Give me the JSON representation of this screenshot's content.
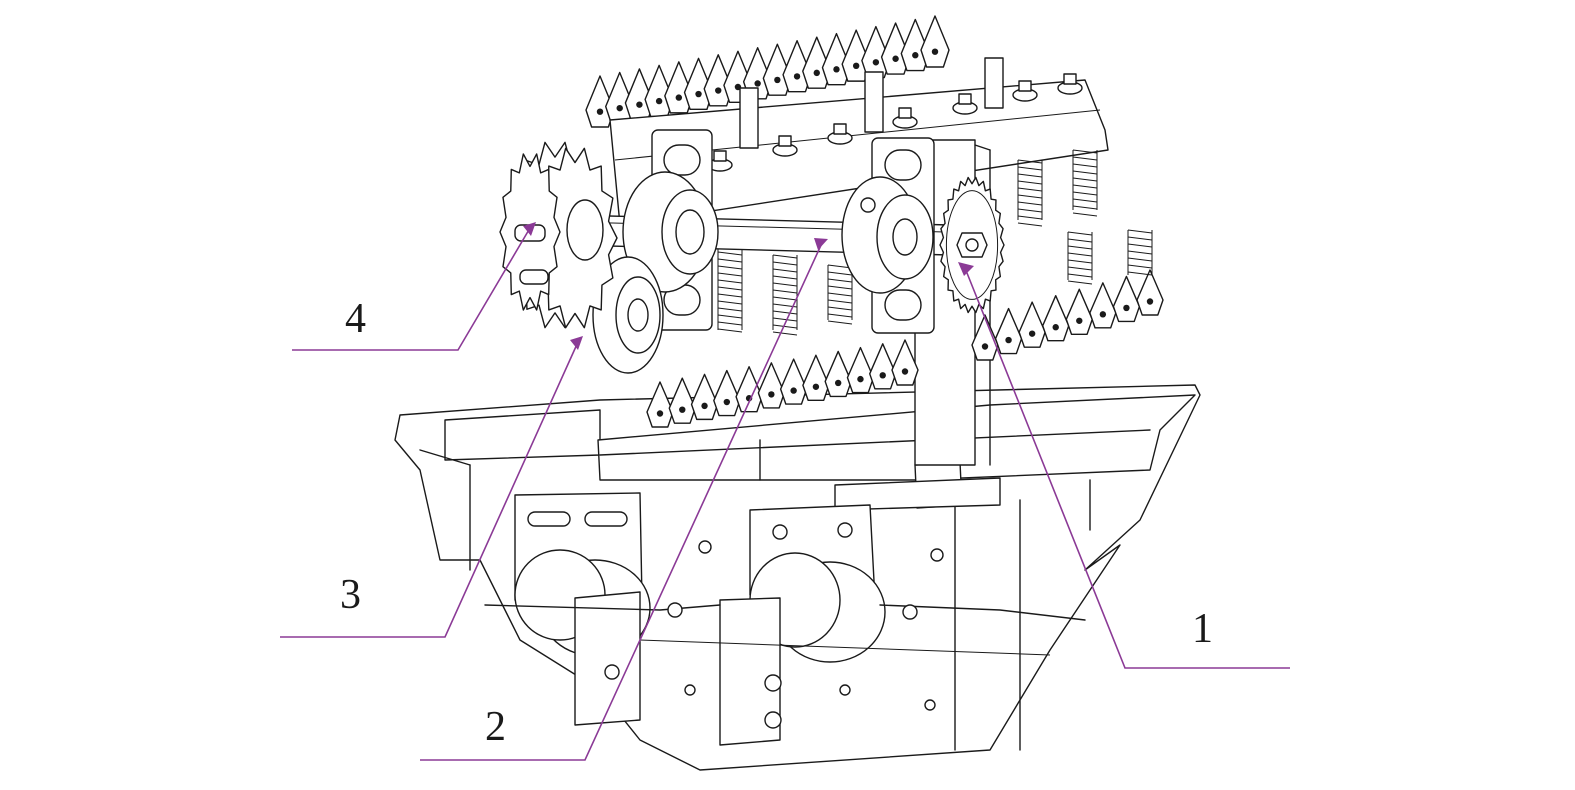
{
  "callouts": [
    {
      "id": "1",
      "label": "1"
    },
    {
      "id": "2",
      "label": "2"
    },
    {
      "id": "3",
      "label": "3"
    },
    {
      "id": "4",
      "label": "4"
    }
  ],
  "colors": {
    "line_art": "#1a1a1a",
    "leader_lines": "#8b3a96",
    "background": "#ffffff"
  }
}
